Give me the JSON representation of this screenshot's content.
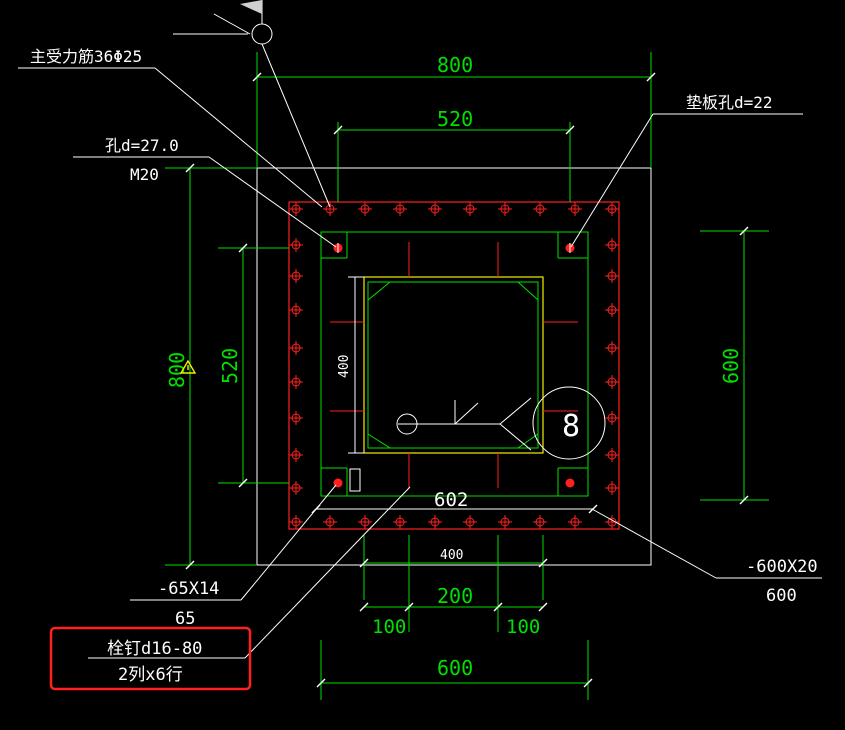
{
  "colors": {
    "background": "#000000",
    "dimension": "#00e000",
    "outline": "#ffffff",
    "bolt": "#ff2020",
    "column": "#f0f000",
    "highlight_box": "#ff2020"
  },
  "dimensions": {
    "top_overall": "800",
    "top_inner": "520",
    "left_overall": "800",
    "left_inner": "520",
    "right_plate": "600",
    "column_height": "400",
    "bottom_column_width": "400",
    "bottom_span": "200",
    "bottom_left_edge": "100",
    "bottom_right_edge": "100",
    "bottom_plate": "600",
    "plate_width_label": "602",
    "circle_mark": "8"
  },
  "labels": {
    "main_rebar": "主受力筋36Φ25",
    "bolt_hole": "孔d=27.0",
    "bolt_size": "M20",
    "washer_hole": "垫板孔d=22",
    "stiffener_spec": "-65X14",
    "stiffener_value": "65",
    "stud_spec": "栓钉d16-80",
    "stud_layout": "2列x6行",
    "base_plate_spec": "-600X20",
    "base_plate_value": "600"
  },
  "icons": {
    "warning": "warning-triangle-icon",
    "flag": "flag-icon"
  }
}
